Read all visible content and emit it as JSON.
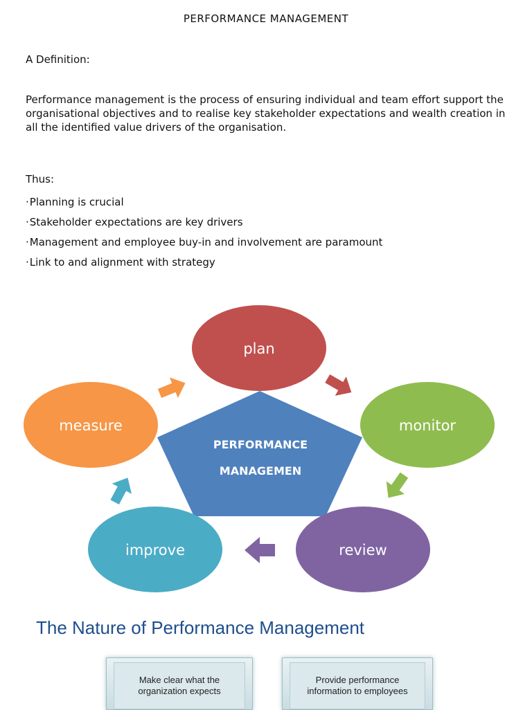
{
  "document": {
    "title": "PERFORMANCE MANAGEMENT",
    "definition_heading": "A Definition:",
    "definition_text": "Performance management is the process of ensuring individual and team effort support the organisational objectives and to realise key stakeholder expectations and wealth creation in all the identified value drivers of the organisation.",
    "thus_label": "Thus:",
    "bullets": [
      "Planning is crucial",
      "Stakeholder expectations are key drivers",
      "Management and employee buy-in and involvement are paramount",
      "Link to and alignment with strategy"
    ]
  },
  "diagram": {
    "center_line1": "PERFORMANCE",
    "center_line2": "MANAGEMEN",
    "stages": {
      "plan": "plan",
      "monitor": "monitor",
      "review": "review",
      "improve": "improve",
      "measure": "measure"
    },
    "colors": {
      "plan": "#c0504d",
      "monitor": "#8fbc4f",
      "review": "#8064a2",
      "improve": "#4bacc6",
      "measure": "#f79646",
      "center": "#4f81bd"
    }
  },
  "nature": {
    "title": "The Nature of Performance Management",
    "boxes": [
      "Make clear what the organization expects",
      "Provide performance information to employees"
    ]
  }
}
